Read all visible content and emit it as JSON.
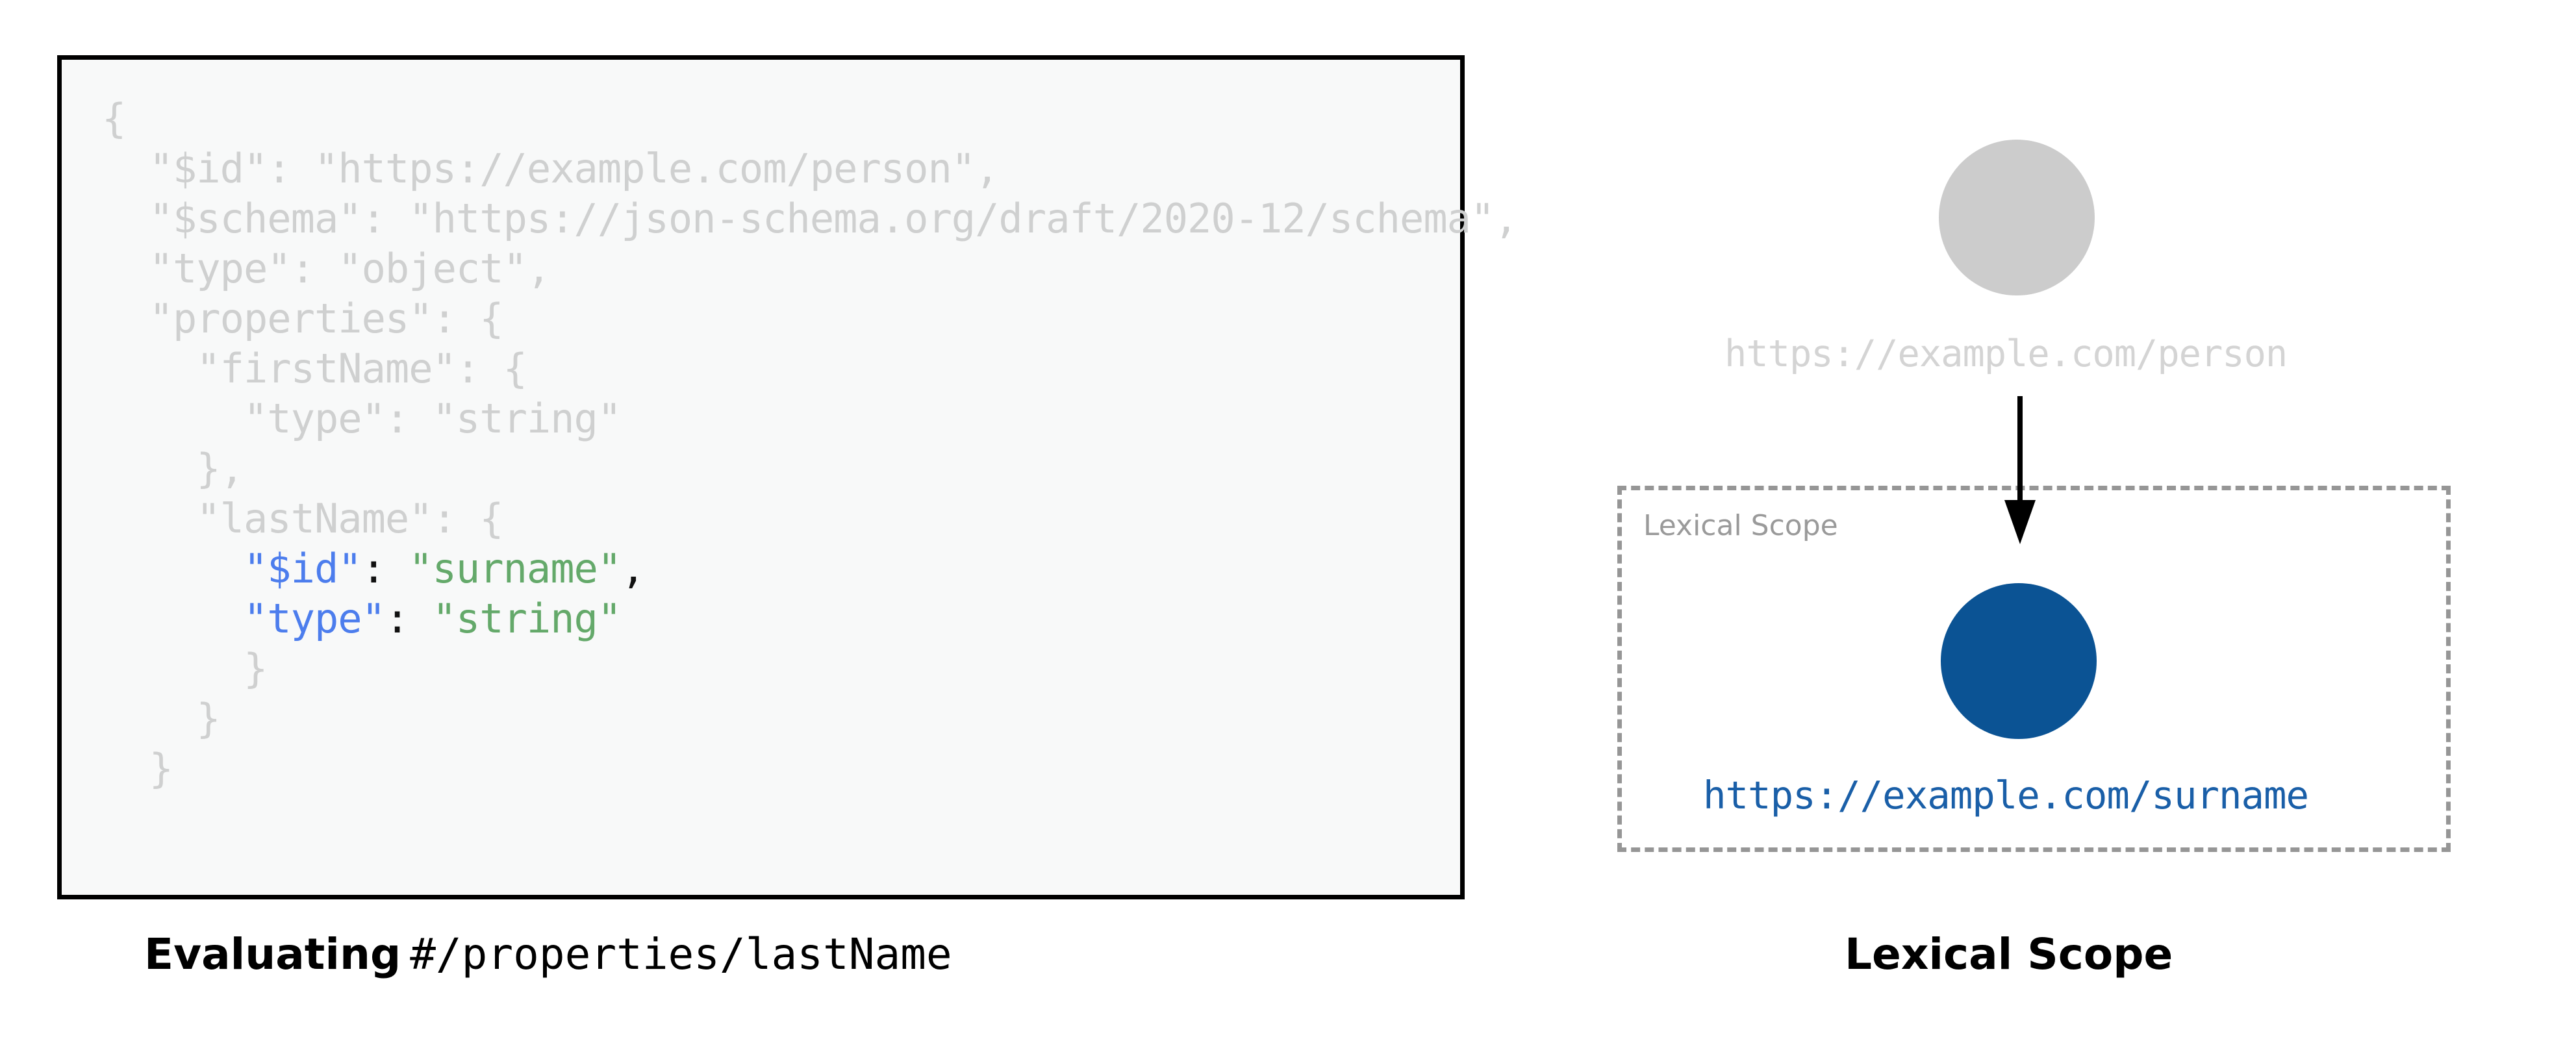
{
  "colors": {
    "code_panel_bg": "#f8f9f9",
    "code_panel_border": "#000000",
    "code_dim": "#cfd0d0",
    "code_key": "#4c7ded",
    "code_string": "#64a96a",
    "node_inactive": "#cccccc",
    "node_active": "#0b5394",
    "scope_border": "#969696",
    "scope_label": "#9a9a9a",
    "link_blue": "#1a5fa8"
  },
  "code_panel": {
    "language": "json",
    "lines": [
      {
        "indent": 0,
        "segments": [
          {
            "text": "{",
            "style": "dim"
          }
        ]
      },
      {
        "indent": 1,
        "segments": [
          {
            "text": "\"$id\": \"https://example.com/person\",",
            "style": "dim"
          }
        ]
      },
      {
        "indent": 1,
        "segments": [
          {
            "text": "\"$schema\": \"https://json-schema.org/draft/2020-12/schema\",",
            "style": "dim"
          }
        ]
      },
      {
        "indent": 1,
        "segments": [
          {
            "text": "\"type\": \"object\",",
            "style": "dim"
          }
        ]
      },
      {
        "indent": 1,
        "segments": [
          {
            "text": "\"properties\": {",
            "style": "dim"
          }
        ]
      },
      {
        "indent": 2,
        "segments": [
          {
            "text": "\"firstName\": {",
            "style": "dim"
          }
        ]
      },
      {
        "indent": 3,
        "segments": [
          {
            "text": "\"type\": \"string\"",
            "style": "dim"
          }
        ]
      },
      {
        "indent": 2,
        "segments": [
          {
            "text": "},",
            "style": "dim"
          }
        ]
      },
      {
        "indent": 2,
        "segments": [
          {
            "text": "\"lastName\": {",
            "style": "dim"
          }
        ]
      },
      {
        "indent": 3,
        "segments": [
          {
            "text": "\"$id\"",
            "style": "key"
          },
          {
            "text": ": ",
            "style": "punct"
          },
          {
            "text": "\"surname\"",
            "style": "string"
          },
          {
            "text": ",",
            "style": "punct"
          }
        ]
      },
      {
        "indent": 3,
        "segments": [
          {
            "text": "\"type\"",
            "style": "key"
          },
          {
            "text": ": ",
            "style": "punct"
          },
          {
            "text": "\"string\"",
            "style": "string"
          }
        ]
      },
      {
        "indent": 3,
        "segments": [
          {
            "text": "}",
            "style": "dim"
          }
        ]
      },
      {
        "indent": 2,
        "segments": [
          {
            "text": "}",
            "style": "dim"
          }
        ]
      },
      {
        "indent": 1,
        "segments": [
          {
            "text": "}",
            "style": "dim"
          }
        ]
      }
    ],
    "raw_text": "{\n  \"$id\": \"https://example.com/person\",\n  \"$schema\": \"https://json-schema.org/draft/2020-12/schema\",\n  \"type\": \"object\",\n  \"properties\": {\n    \"firstName\": {\n      \"type\": \"string\"\n    },\n    \"lastName\": {\n      \"$id\": \"surname\",\n      \"type\": \"string\"\n    }\n  }\n}"
  },
  "caption_left": {
    "bold_text": "Evaluating",
    "mono_text": "#/properties/lastName"
  },
  "scope_diagram": {
    "scope_box_label": "Lexical Scope",
    "nodes": [
      {
        "id": "person",
        "label": "https://example.com/person",
        "state": "inactive",
        "in_scope_box": false
      },
      {
        "id": "surname",
        "label": "https://example.com/surname",
        "state": "active",
        "in_scope_box": true
      }
    ],
    "edge": {
      "from": "person",
      "to": "surname",
      "direction": "down",
      "arrowhead": true
    }
  },
  "caption_right": {
    "text": "Lexical Scope"
  }
}
